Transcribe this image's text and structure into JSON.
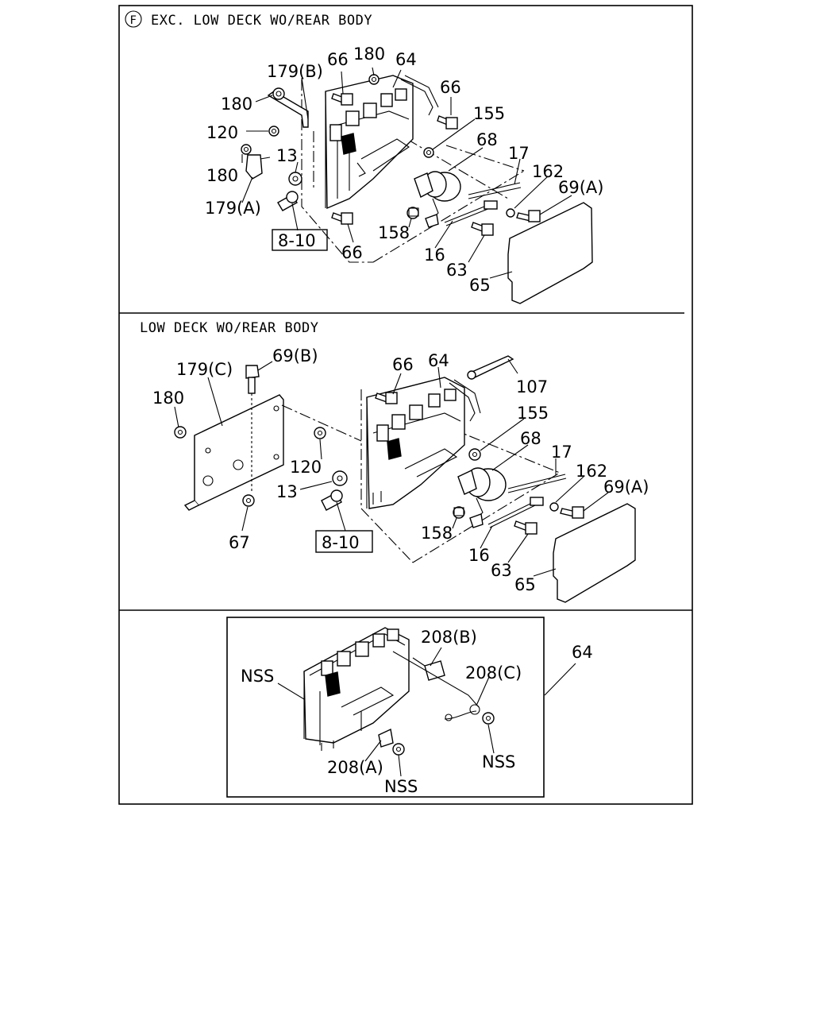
{
  "sections": {
    "top": {
      "marker": "F",
      "title": "EXC. LOW DECK WO/REAR BODY"
    },
    "middle": {
      "title": "LOW DECK WO/REAR BODY"
    }
  },
  "labels": {
    "top": {
      "p179b": "179(B)",
      "p66a": "66",
      "p180a": "180",
      "p64": "64",
      "p66b": "66",
      "p180b": "180",
      "p155": "155",
      "p120": "120",
      "p68": "68",
      "p180c": "180",
      "p13": "13",
      "p17": "17",
      "p162": "162",
      "p69a": "69(A)",
      "p179a": "179(A)",
      "p158": "158",
      "ref810": "8-10",
      "p66c": "66",
      "p16": "16",
      "p63": "63",
      "p65": "65"
    },
    "middle": {
      "p179c": "179(C)",
      "p69b": "69(B)",
      "p66": "66",
      "p64": "64",
      "p107": "107",
      "p180": "180",
      "p155": "155",
      "p68": "68",
      "p17": "17",
      "p120": "120",
      "p162": "162",
      "p69a": "69(A)",
      "p13": "13",
      "p158": "158",
      "ref810": "8-10",
      "p67": "67",
      "p16": "16",
      "p63": "63",
      "p65": "65"
    },
    "bottom": {
      "p208b": "208(B)",
      "p64": "64",
      "nss1": "NSS",
      "p208c": "208(C)",
      "p208a": "208(A)",
      "nss2": "NSS",
      "nss3": "NSS"
    }
  }
}
